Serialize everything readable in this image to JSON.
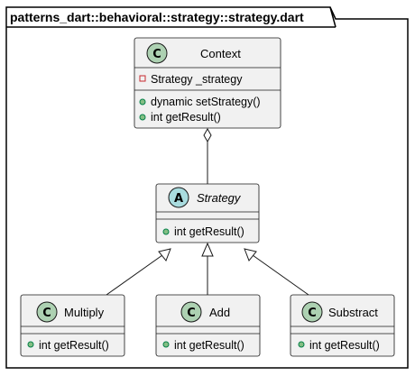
{
  "package": {
    "title": "patterns_dart::behavioral::strategy::strategy.dart"
  },
  "classes": {
    "context": {
      "stereotype_letter": "C",
      "name": "Context",
      "fields": [
        "Strategy _strategy"
      ],
      "methods": [
        "dynamic setStrategy()",
        "int getResult()"
      ]
    },
    "strategy": {
      "stereotype_letter": "A",
      "name": "Strategy",
      "methods": [
        "int getResult()"
      ]
    },
    "multiply": {
      "stereotype_letter": "C",
      "name": "Multiply",
      "methods": [
        "int getResult()"
      ]
    },
    "add": {
      "stereotype_letter": "C",
      "name": "Add",
      "methods": [
        "int getResult()"
      ]
    },
    "substract": {
      "stereotype_letter": "C",
      "name": "Substract",
      "methods": [
        "int getResult()"
      ]
    }
  },
  "colors": {
    "class_fill": "#f1f1f1",
    "class_badge": "#add1b2",
    "abstract_badge": "#a9dcdf",
    "private_field": "#c82930",
    "public_method": "#84be84"
  }
}
